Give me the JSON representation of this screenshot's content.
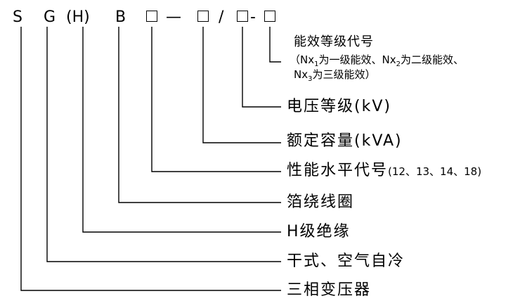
{
  "code": {
    "s": "S",
    "g": "G",
    "h": "(H)",
    "b": "B",
    "dash1": "—",
    "slash": "/",
    "dash2": "-"
  },
  "labels": {
    "efficiency_title": "能效等级代号",
    "efficiency_note_1a": "（Nx",
    "efficiency_note_1sub": "1",
    "efficiency_note_1b": "为一级能效、Nx",
    "efficiency_note_1sub2": "2",
    "efficiency_note_1c": "为二级能效、",
    "efficiency_note_2a": "Nx",
    "efficiency_note_2sub": "3",
    "efficiency_note_2b": "为三级能效）",
    "voltage": "电压等级(kV)",
    "capacity": "额定容量(kVA)",
    "performance": "性能水平代号",
    "performance_codes": "(12、13、14、18)",
    "foil": "箔绕线圈",
    "h_class": "H级绝缘",
    "dry_air": "干式、空气自冷",
    "three_phase": "三相变压器"
  }
}
